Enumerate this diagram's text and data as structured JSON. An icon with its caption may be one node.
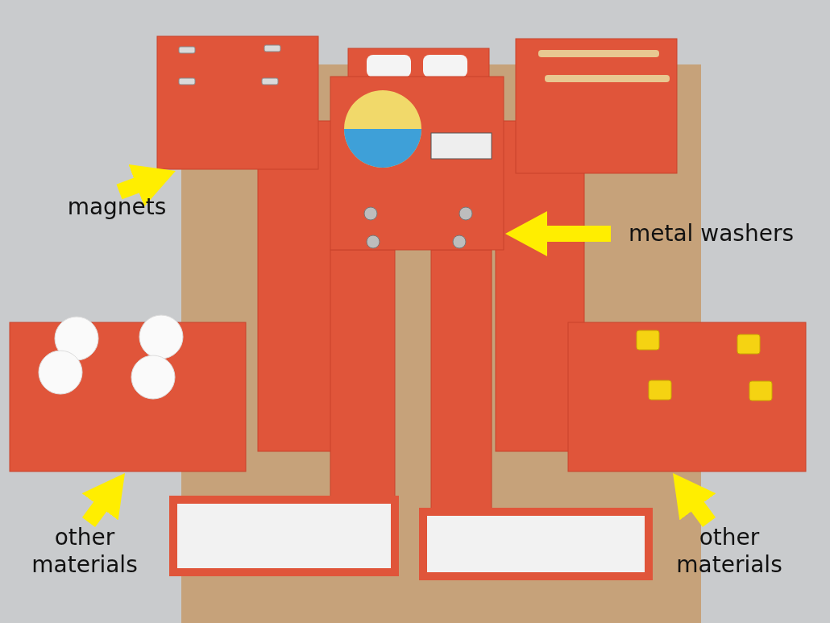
{
  "diagram": {
    "nodes": [
      {
        "text": [
          "magnets"
        ]
      },
      {
        "text": [
          "metal washers"
        ]
      },
      {
        "text": [
          "other materials"
        ]
      },
      {
        "text": [
          "other materials"
        ]
      },
      {
        "text": [],
        "shape": "box"
      },
      {
        "text": [],
        "shape": "box"
      },
      {
        "text": [],
        "shape": "box"
      },
      {
        "text": [],
        "shape": "box"
      },
      {
        "text": [],
        "shape": "box"
      }
    ],
    "edges": [
      {
        "from": 0,
        "to": 4,
        "arrow": "to"
      },
      {
        "from": 1,
        "to": 5,
        "arrow": "to"
      },
      {
        "from": 2,
        "to": 7,
        "arrow": "to"
      },
      {
        "from": 3,
        "to": 8,
        "arrow": "to"
      }
    ]
  }
}
